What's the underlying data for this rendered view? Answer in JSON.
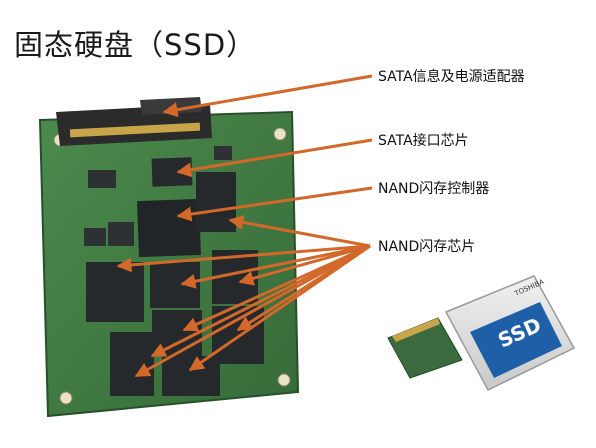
{
  "title": "固态硬盘（SSD）",
  "labels": {
    "sata_port": "SATA信息及电源适配器",
    "sata_chip": "SATA接口芯片",
    "nand_controller": "NAND闪存控制器",
    "nand_chips": "NAND闪存芯片"
  },
  "colors": {
    "pcb_green": "#3f7a42",
    "pcb_dark": "#2f5f33",
    "chip": "#26292b",
    "connector": "#2b2b2b",
    "arrow": "#d2682a",
    "gold": "#c9a44a"
  },
  "product_photo": {
    "brand": "TOSHIBA",
    "logo": "SSD"
  }
}
